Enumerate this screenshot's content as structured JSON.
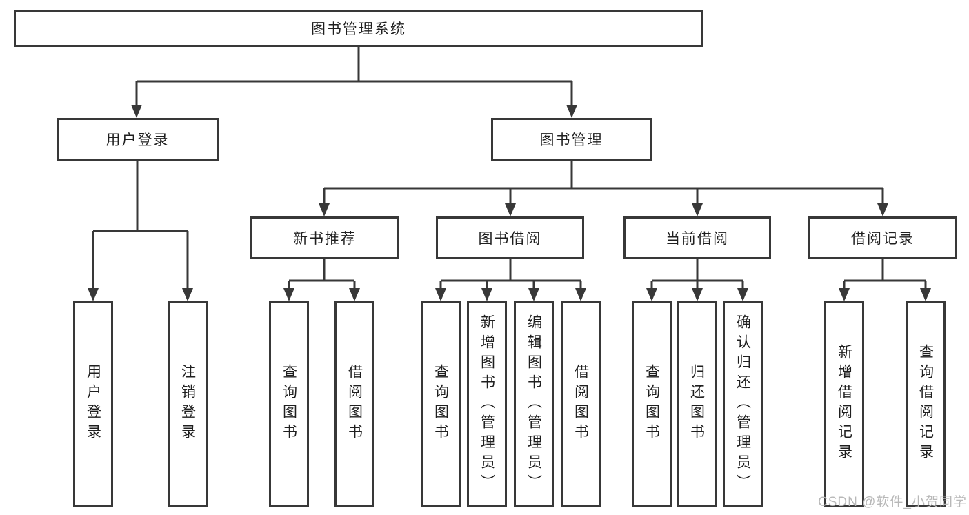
{
  "colors": {
    "line": "#383838",
    "box_border": "#383838",
    "box_fill": "#ffffff",
    "text": "#1f1f1f",
    "watermark": "#b8b8b8",
    "background": "#ffffff"
  },
  "root": {
    "label": "图书管理系统"
  },
  "level2": {
    "user_login": {
      "label": "用户登录"
    },
    "book_management": {
      "label": "图书管理"
    }
  },
  "level3": {
    "new_book_recommend": {
      "label": "新书推荐"
    },
    "book_borrow": {
      "label": "图书借阅"
    },
    "current_borrow": {
      "label": "当前借阅"
    },
    "borrow_records": {
      "label": "借阅记录"
    }
  },
  "leaves": {
    "user_login": {
      "label": "用户登录"
    },
    "logout": {
      "label": "注销登录"
    },
    "recommend_query_books": {
      "label": "查询图书"
    },
    "recommend_borrow_books": {
      "label": "借阅图书"
    },
    "borrow_query_books": {
      "label": "查询图书"
    },
    "borrow_add_books": {
      "label": "新增图书（管理员）"
    },
    "borrow_edit_books": {
      "label": "编辑图书（管理员）"
    },
    "borrow_borrow_books": {
      "label": "借阅图书"
    },
    "current_query_books": {
      "label": "查询图书"
    },
    "current_return_books": {
      "label": "归还图书"
    },
    "current_confirm_return": {
      "label": "确认归还（管理员）"
    },
    "records_add_record": {
      "label": "新增借阅记录"
    },
    "records_query_record": {
      "label": "查询借阅记录"
    }
  },
  "watermark": "CSDN @软件_小贺同学"
}
